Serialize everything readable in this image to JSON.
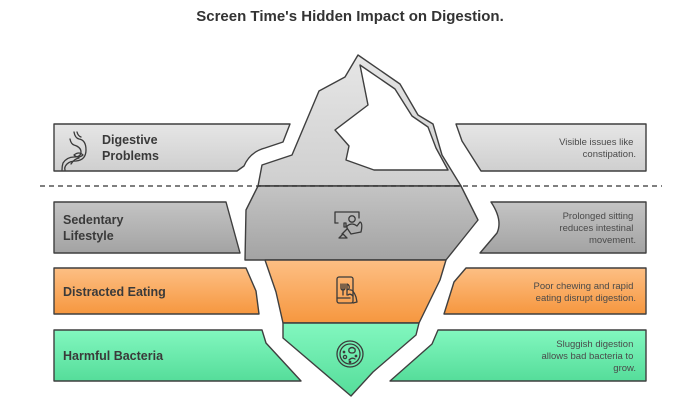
{
  "title": "Screen Time's Hidden Impact on Digestion.",
  "colors": {
    "visible": "#d8d8d8",
    "sedentary": "#b0b0b0",
    "distracted": "#f9a85a",
    "bacteria": "#6ee8aa",
    "outline": "#3f3f3f",
    "waterline": "#333333"
  },
  "layers": [
    {
      "id": "digestive-problems",
      "label_lines": [
        "Digestive",
        "Problems"
      ],
      "icon": "stomach-icon",
      "description_lines": [
        "Visible issues like",
        "constipation."
      ],
      "zone": "above-waterline"
    },
    {
      "id": "sedentary-lifestyle",
      "label_lines": [
        "Sedentary",
        "Lifestyle"
      ],
      "icon": "person-sitting-screen-icon",
      "description_lines": [
        "Prolonged sitting",
        "reduces intestinal",
        "movement."
      ],
      "zone": "below-waterline"
    },
    {
      "id": "distracted-eating",
      "label_lines": [
        "Distracted Eating"
      ],
      "icon": "phone-fork-knife-icon",
      "description_lines": [
        "Poor chewing and rapid",
        "eating disrupt digestion."
      ],
      "zone": "below-waterline"
    },
    {
      "id": "harmful-bacteria",
      "label_lines": [
        "Harmful Bacteria"
      ],
      "icon": "bacteria-petri-dish-icon",
      "description_lines": [
        "Sluggish digestion",
        "allows bad bacteria to",
        "grow."
      ],
      "zone": "below-waterline"
    }
  ]
}
